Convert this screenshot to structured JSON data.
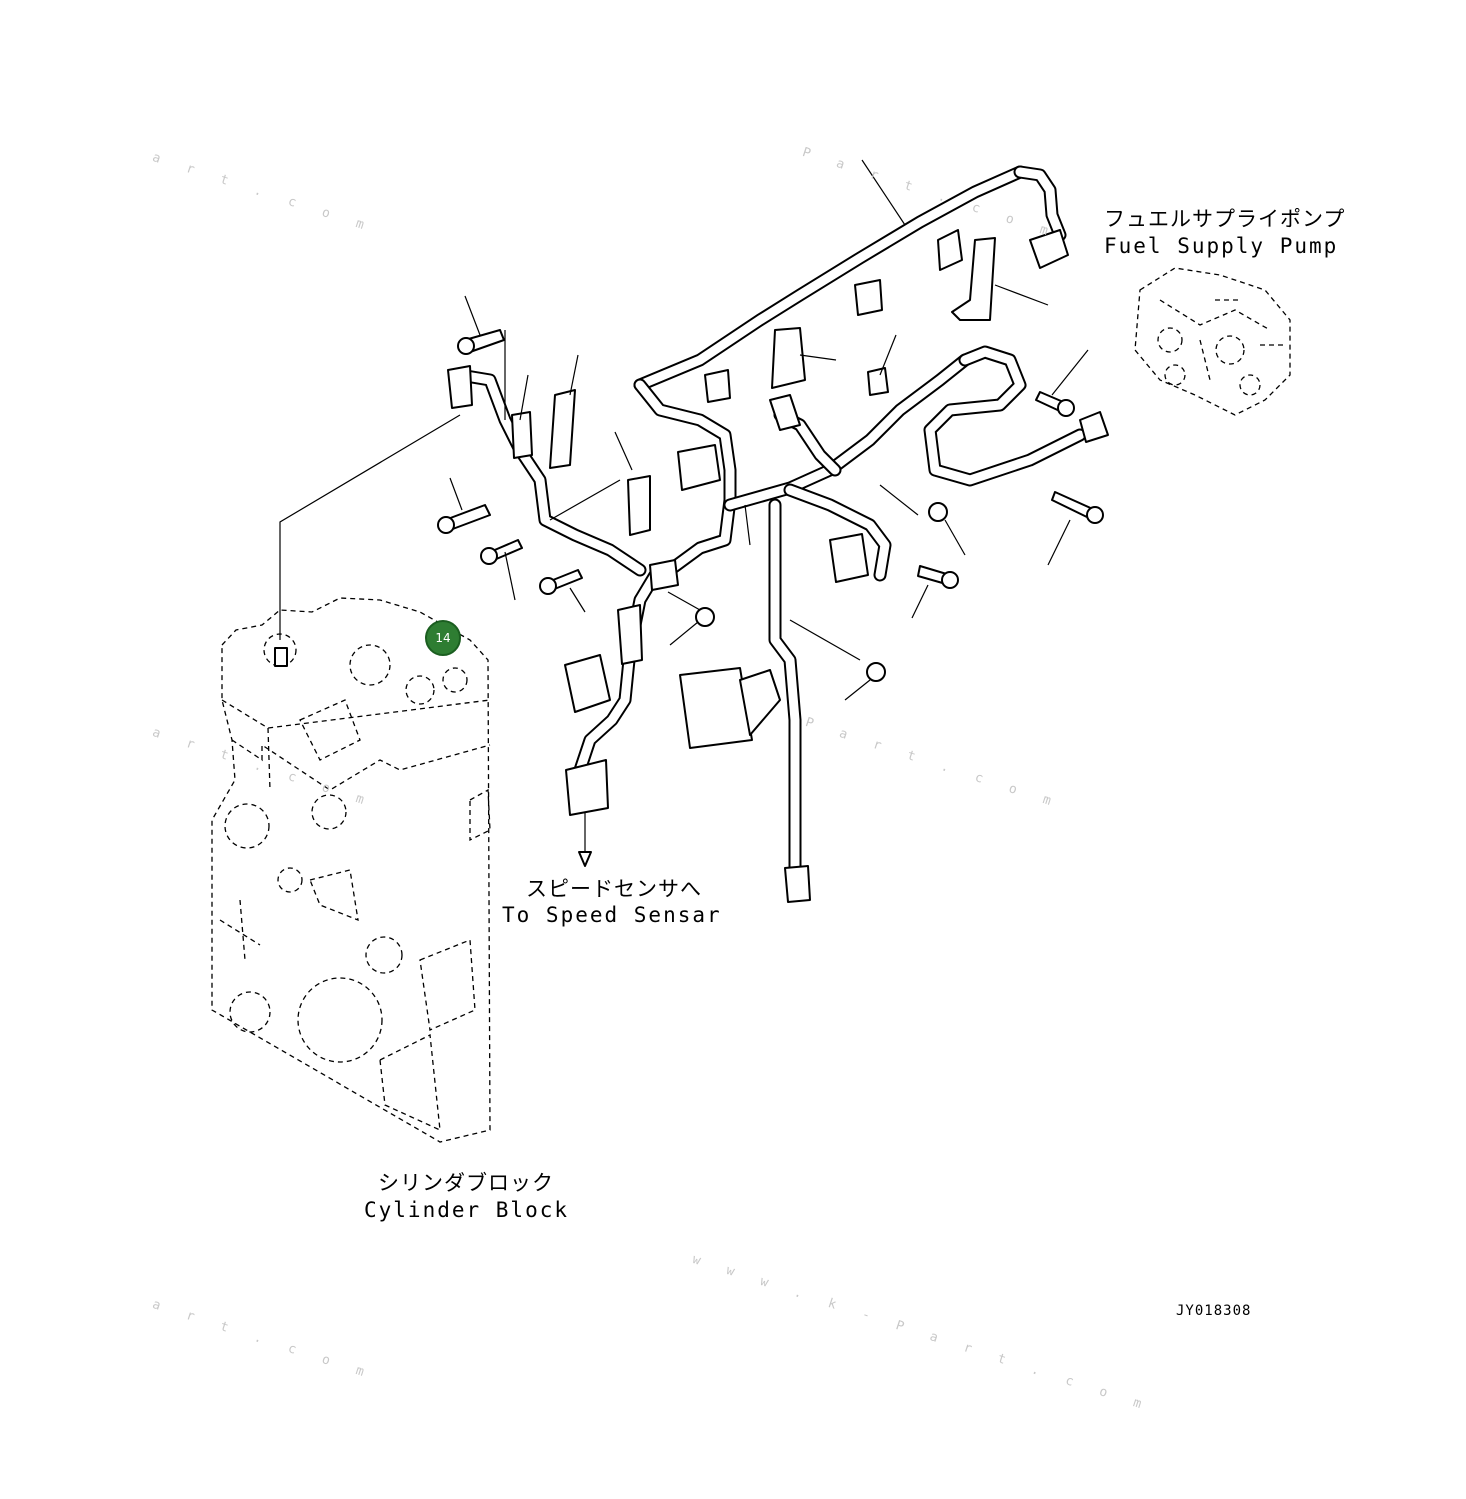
{
  "labels": {
    "fuel_pump_jp": "フュエルサプライポンプ",
    "fuel_pump_en": "Fuel Supply Pump",
    "speed_sensor_jp": "スピードセンサへ",
    "speed_sensor_en": "To Speed Sensar",
    "cylinder_block_jp": "シリンダブロック",
    "cylinder_block_en": "Cylinder Block"
  },
  "drawing_code": "JY018308",
  "callouts": [
    {
      "number": "14"
    }
  ],
  "watermarks": {
    "fragment_1": "a r t . c o m",
    "fragment_2": "P a r t . c o m",
    "fragment_3": "w w w . k - P a r t . c o m"
  },
  "colors": {
    "callout_fill": "#2e7d32",
    "line": "#000000",
    "watermark": "#c8c8c8"
  }
}
